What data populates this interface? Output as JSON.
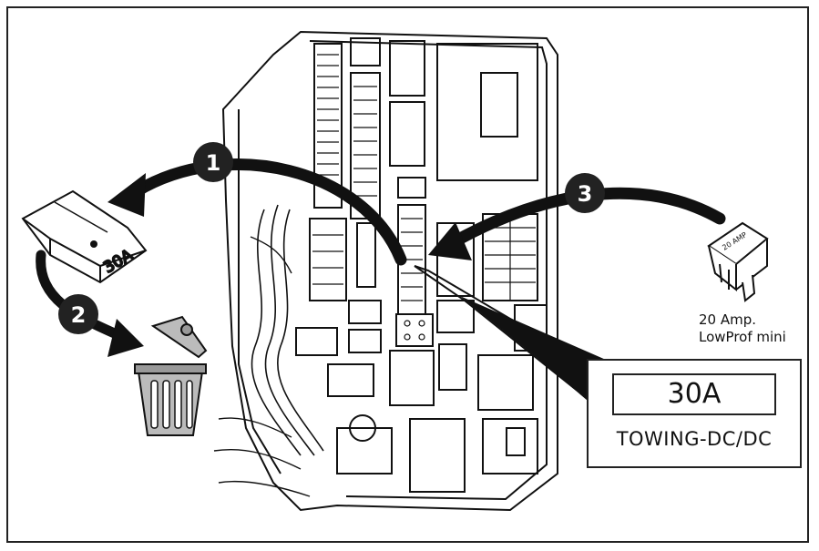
{
  "steps": [
    "1",
    "2",
    "3"
  ],
  "old_fuse": {
    "label": "30A"
  },
  "new_fuse": {
    "label": "20 AMP",
    "caption_line1": "20 Amp.",
    "caption_line2": "LowProf mini"
  },
  "callout": {
    "amperage": "30A",
    "circuit": "TOWING-DC/DC"
  },
  "colors": {
    "line": "#111111",
    "badge": "#222222",
    "background": "#ffffff"
  },
  "icons": [
    "fuse-box-illustration",
    "removed-fuse-icon",
    "trash-can-icon",
    "new-fuse-icon",
    "curved-arrow-icon"
  ]
}
